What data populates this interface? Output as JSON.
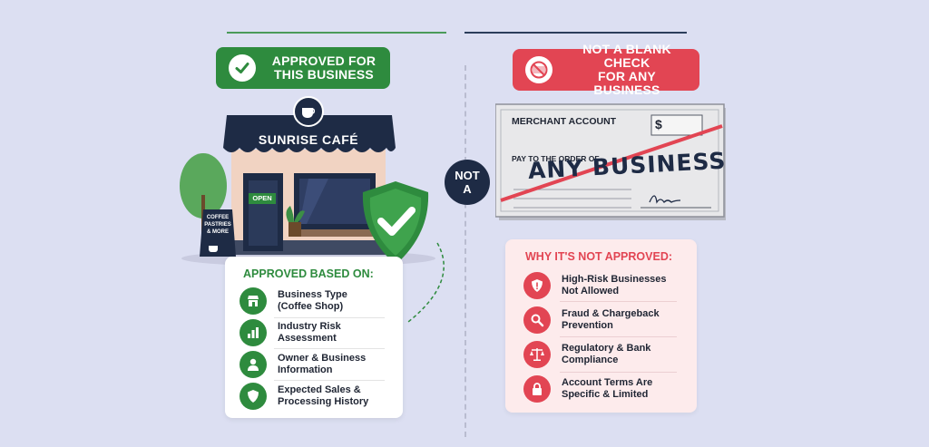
{
  "left": {
    "header": "APPROVED FOR THIS BUSINESS",
    "header_lines": [
      "APPROVED FOR",
      "THIS BUSINESS"
    ],
    "store": {
      "sign": "SUNRISE CAFÉ",
      "door_sign": "OPEN",
      "board_lines": [
        "COFFEE",
        "PASTRIES",
        "& MORE"
      ]
    },
    "card_title": "APPROVED BASED ON:",
    "items": [
      {
        "icon": "store-icon",
        "lines": [
          "Business Type",
          "(Coffee Shop)"
        ]
      },
      {
        "icon": "bar-chart-icon",
        "lines": [
          "Industry Risk",
          "Assessment"
        ]
      },
      {
        "icon": "person-icon",
        "lines": [
          "Owner & Business",
          "Information"
        ]
      },
      {
        "icon": "shield-icon",
        "lines": [
          "Expected Sales &",
          "Processing History"
        ]
      }
    ]
  },
  "middle": {
    "badge_lines": [
      "NOT",
      "A"
    ]
  },
  "right": {
    "header_lines": [
      "NOT A BLANK CHECK",
      "FOR ANY BUSINESS"
    ],
    "check": {
      "label": "MERCHANT ACCOUNT",
      "currency": "$",
      "pay_to": "PAY TO THE ORDER OF",
      "payee": "ANY BUSINESS"
    },
    "card_title": "WHY IT'S NOT APPROVED:",
    "items": [
      {
        "icon": "alert-shield-icon",
        "lines": [
          "High-Risk Businesses",
          "Not Allowed"
        ]
      },
      {
        "icon": "magnifier-icon",
        "lines": [
          "Fraud & Chargeback",
          "Prevention"
        ]
      },
      {
        "icon": "scales-icon",
        "lines": [
          "Regulatory & Bank",
          "Compliance"
        ]
      },
      {
        "icon": "lock-icon",
        "lines": [
          "Account Terms Are",
          "Specific & Limited"
        ]
      }
    ]
  },
  "colors": {
    "green": "#2e8b3e",
    "red": "#e24553",
    "navy": "#1e2b45",
    "background": "#dcdff2"
  }
}
